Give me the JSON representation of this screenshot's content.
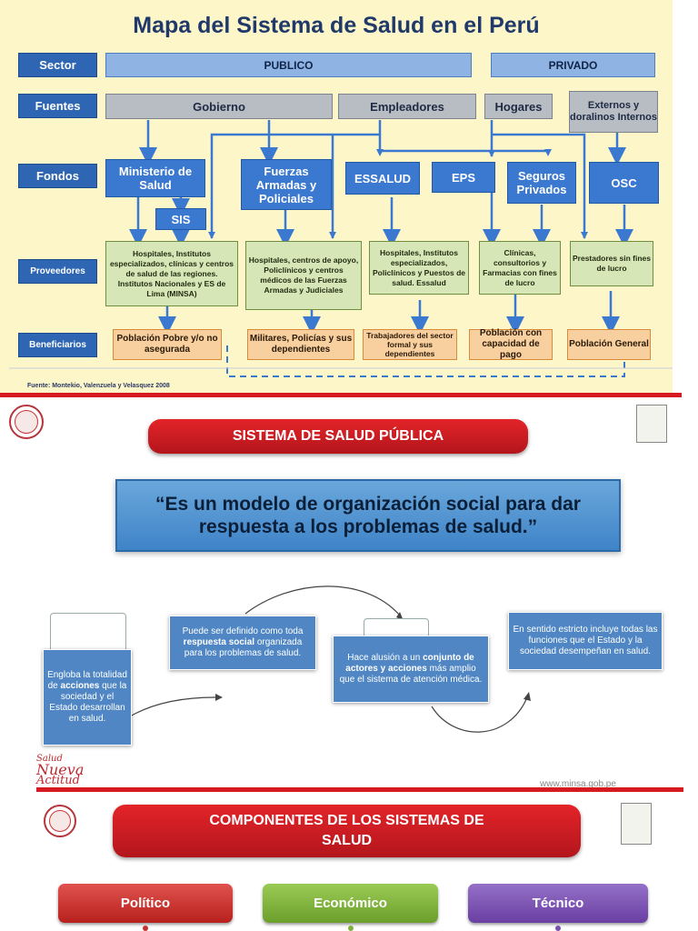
{
  "map": {
    "title": "Mapa del Sistema de Salud en el Perú",
    "rows": [
      "Sector",
      "Fuentes",
      "Fondos",
      "Proveedores",
      "Beneficiarios"
    ],
    "sector": {
      "publico": "PUBLICO",
      "privado": "PRIVADO"
    },
    "fuentes": {
      "gobierno": "Gobierno",
      "empleadores": "Empleadores",
      "hogares": "Hogares",
      "externos": "Externos y doralinos Internos"
    },
    "fondos": {
      "minsa": "Ministerio de Salud",
      "sis": "SIS",
      "ffaa": "Fuerzas Armadas y Policiales",
      "essalud": "ESSALUD",
      "eps": "EPS",
      "seguros": "Seguros Privados",
      "osc": "OSC"
    },
    "proveedores": {
      "minsa": "Hospitales, Institutos especializados, clínicas y centros de salud de las regiones. Institutos Nacionales y ES de Lima (MINSA)",
      "ffaa": "Hospitales, centros de apoyo, Policlínicos y centros médicos de las Fuerzas Armadas y Judiciales",
      "essalud": "Hospitales, Institutos especializados, Policlínicos y Puestos de salud. Essalud",
      "privados": "Clínicas, consultorios y Farmacias con fines de lucro",
      "osc": "Prestadores sin fines de lucro"
    },
    "beneficiarios": {
      "pobre": "Población Pobre y/o no asegurada",
      "militares": "Militares, Policías y sus dependientes",
      "trabajadores": "Trabajadores del sector formal y sus dependientes",
      "capacidad": "Población con capacidad de pago",
      "general": "Población General"
    },
    "source": "Fuente: Montekio, Valenzuela y Velasquez 2008"
  },
  "slide2": {
    "title": "SISTEMA DE SALUD PÚBLICA",
    "quote_line1": "“Es un modelo de organización social para dar",
    "quote_line2": "respuesta a los problemas de salud.”",
    "card1": {
      "a": "Engloba la totalidad de ",
      "b": "acciones",
      "c": " que la sociedad y el Estado desarrollan en salud."
    },
    "card2": {
      "a": "Puede ser definido como toda ",
      "b": "respuesta social",
      "c": " organizada para los problemas de salud."
    },
    "card3": {
      "a": "Hace alusión a un ",
      "b": "conjunto de actores y acciones",
      "c": " más amplio que el sistema de atención médica."
    },
    "card4": "En sentido estricto incluye todas las funciones que el Estado y la sociedad desempeñan en salud.",
    "footer_logo": {
      "l1": "Salud",
      "l2": "Nueva",
      "l3": "Actitud"
    },
    "footer_url": "www.minsa.gob.pe"
  },
  "slide3": {
    "title_line1": "COMPONENTES DE LOS SISTEMAS DE",
    "title_line2": "SALUD",
    "components": [
      "Político",
      "Económico",
      "Técnico"
    ]
  },
  "colors": {
    "red": "#d71920",
    "politico": "#c9302c",
    "economico": "#7fb13a",
    "tecnico": "#7a4fb0",
    "map_bg": "#fdf6c8",
    "fund_blue": "#3b78cf"
  }
}
